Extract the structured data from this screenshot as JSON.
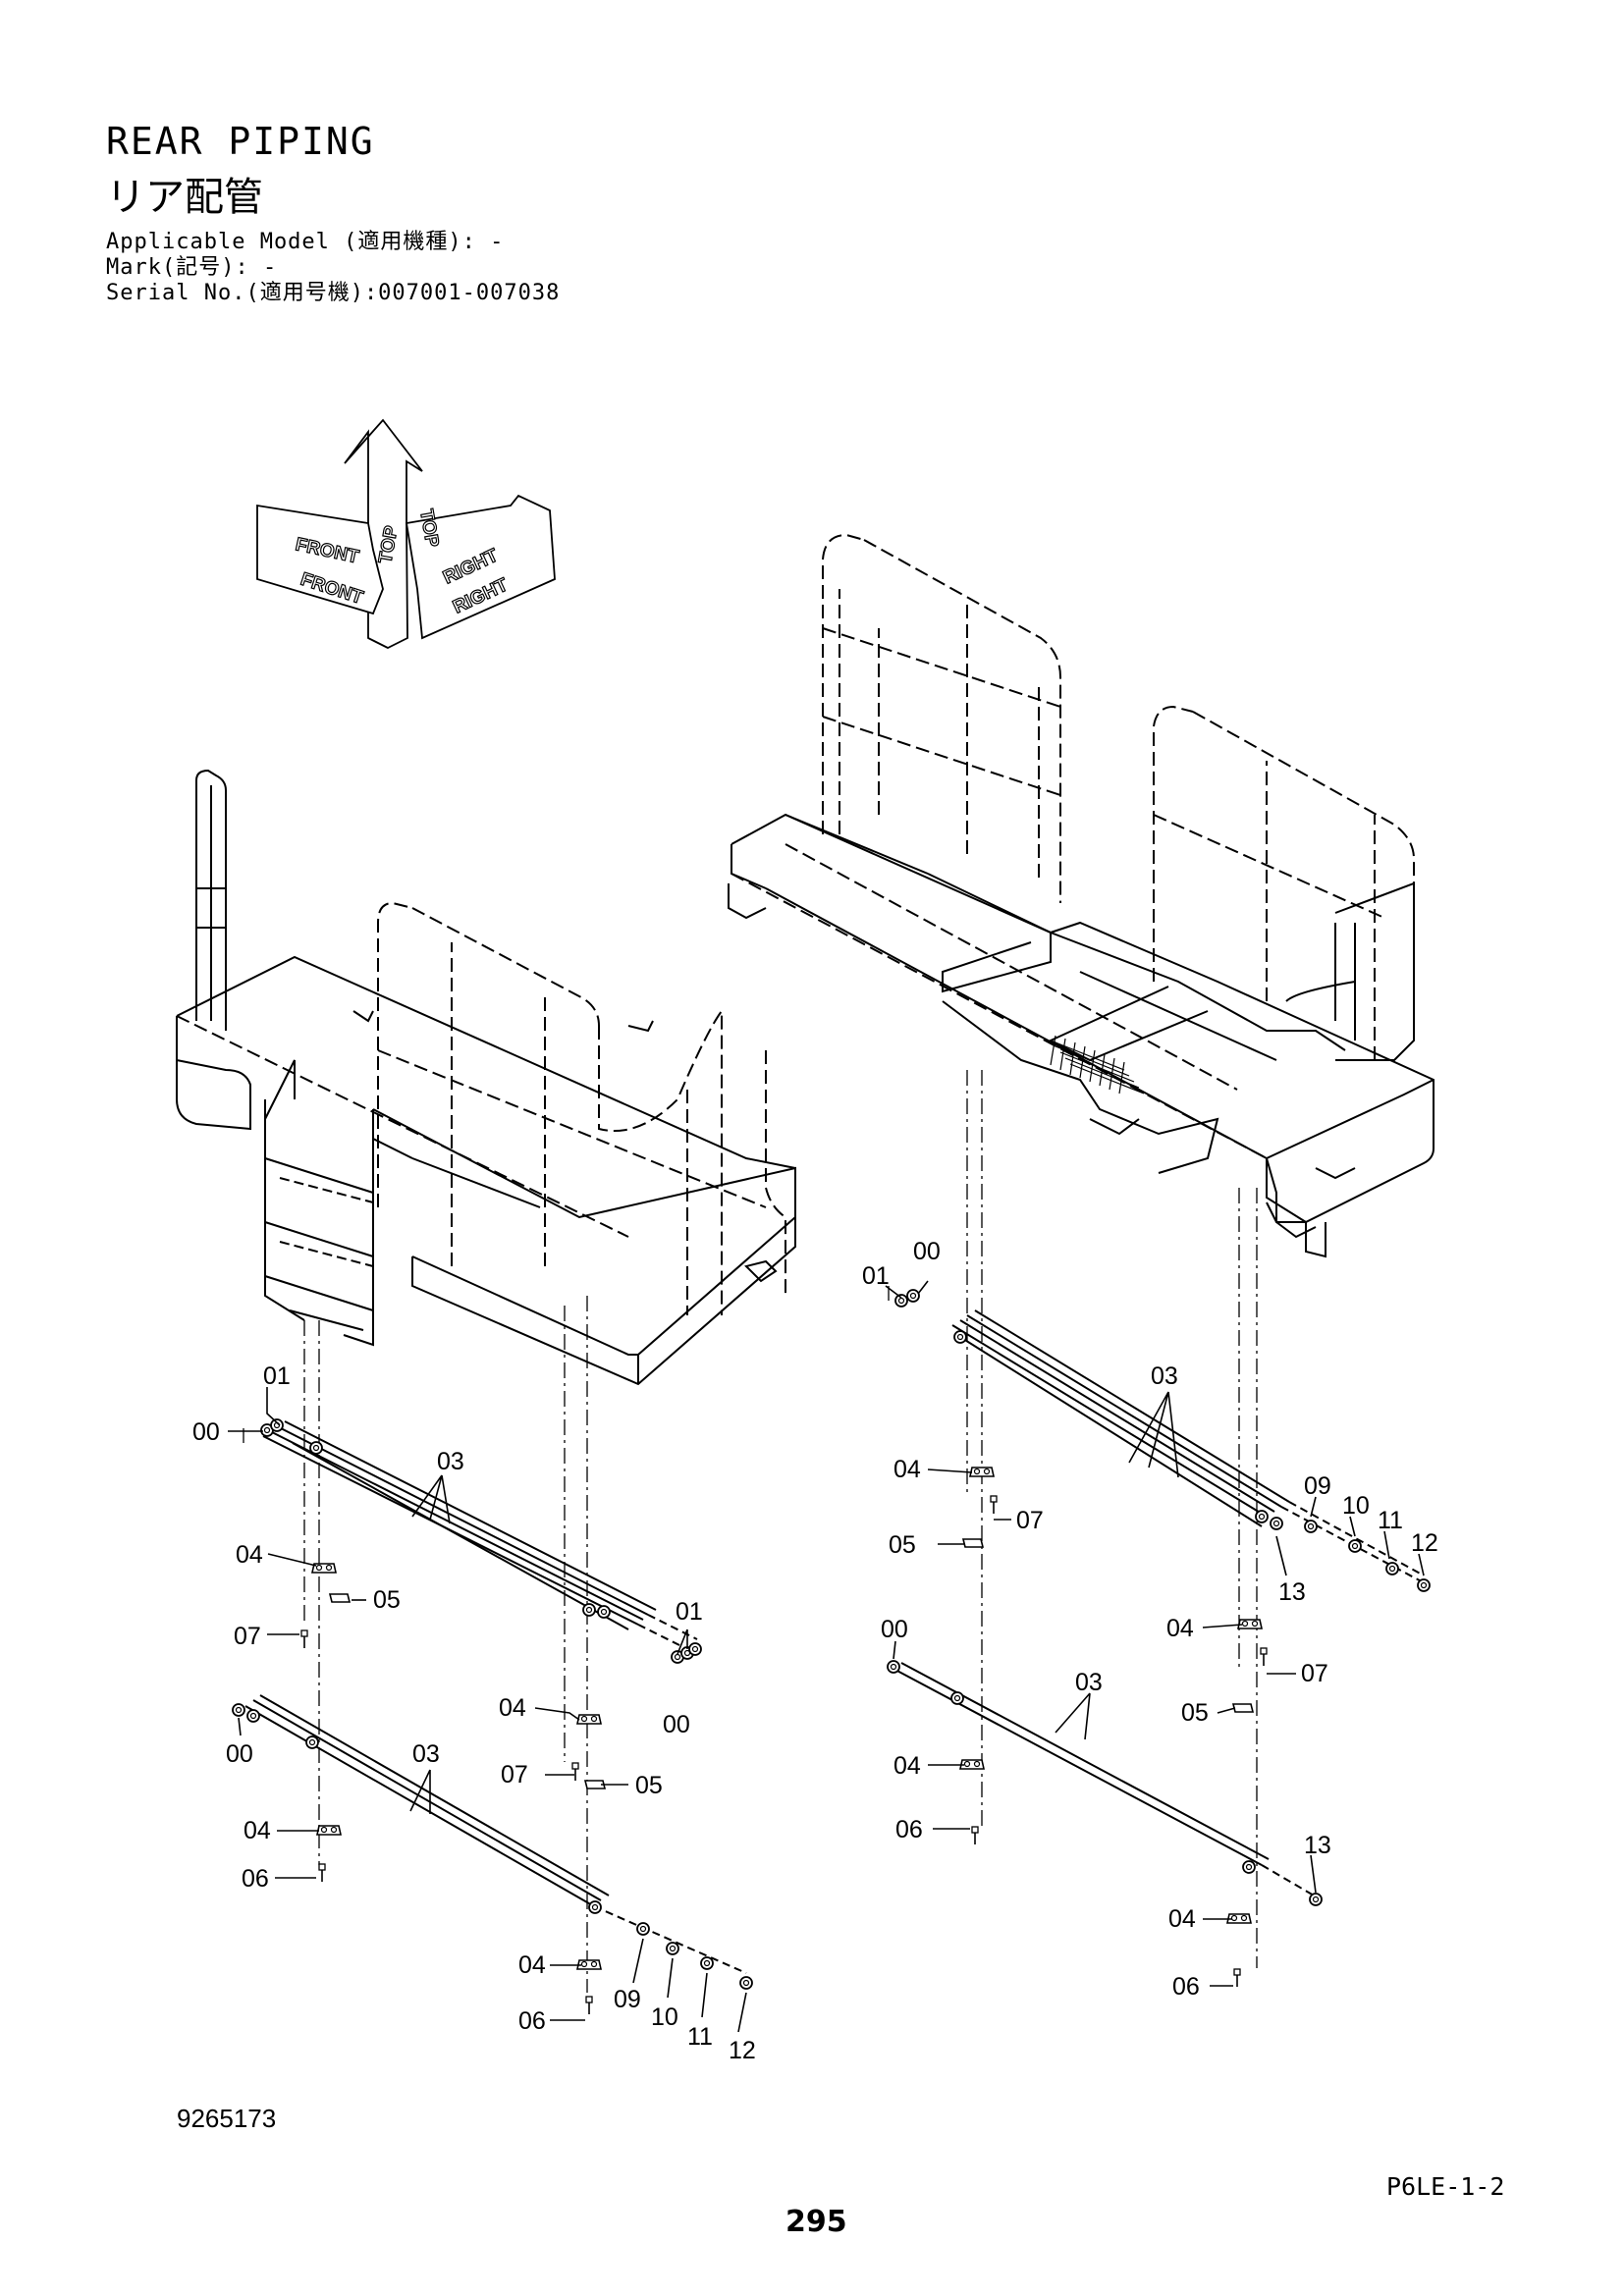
{
  "header": {
    "title_en": "REAR PIPING",
    "title_jp": "リア配管",
    "applicable_model": "Applicable Model (適用機種): -",
    "mark": "Mark(記号): -",
    "serial_no": "Serial No.(適用号機):007001-007038"
  },
  "orientation": {
    "top": "TOP",
    "front": "FRONT",
    "right": "RIGHT"
  },
  "callouts": {
    "c00": "00",
    "c01": "01",
    "c03": "03",
    "c04": "04",
    "c05": "05",
    "c06": "06",
    "c07": "07",
    "c09": "09",
    "c10": "10",
    "c11": "11",
    "c12": "12",
    "c13": "13"
  },
  "footer": {
    "doc_number": "9265173",
    "page_code": "P6LE-1-2",
    "page_number": "295"
  }
}
